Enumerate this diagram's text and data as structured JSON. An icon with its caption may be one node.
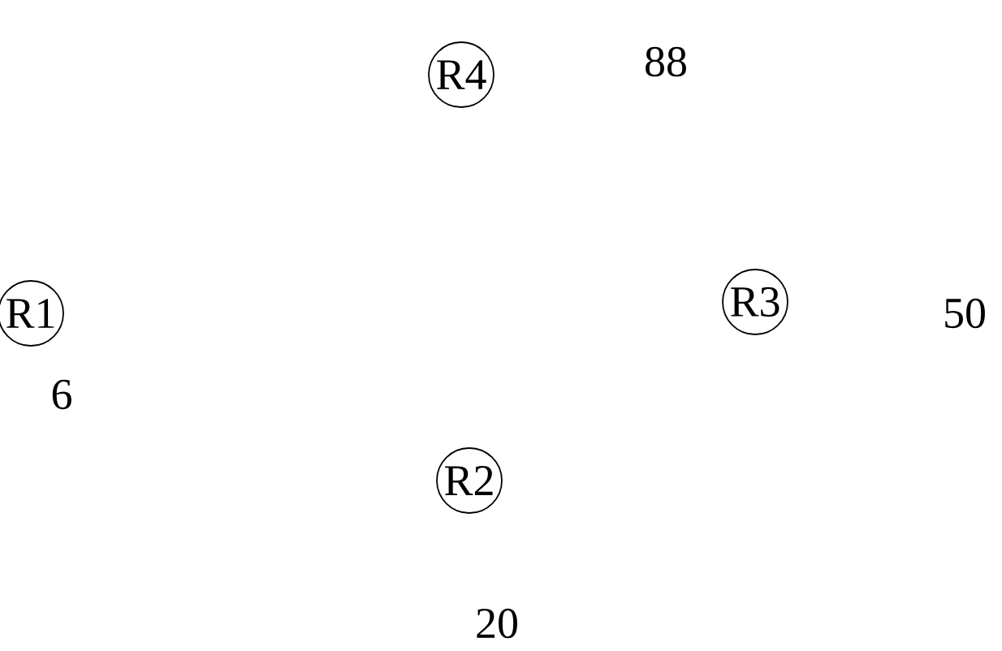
{
  "diagram": {
    "nodes": [
      {
        "text": [
          "R4"
        ],
        "beside": [
          "88"
        ]
      },
      {
        "text": [
          "R3"
        ],
        "beside": [
          "50"
        ]
      },
      {
        "text": [
          "R1"
        ],
        "beside": [
          "6"
        ]
      },
      {
        "text": [
          "R2"
        ],
        "beside": [
          "20"
        ]
      }
    ]
  }
}
